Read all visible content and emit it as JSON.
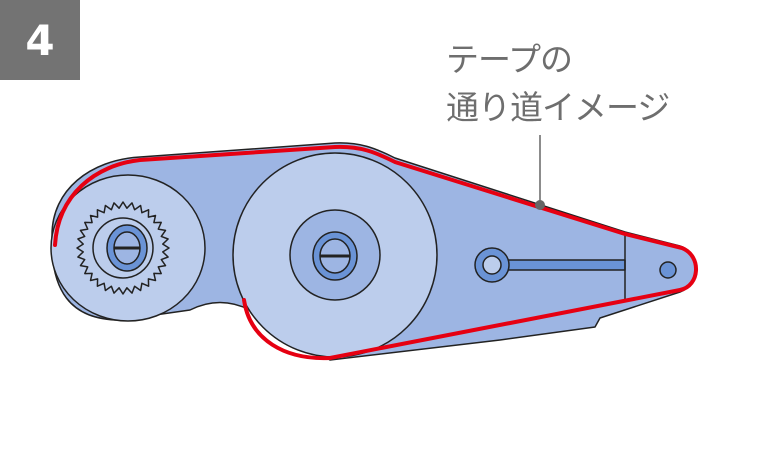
{
  "step_number": "4",
  "callout": {
    "line1": "テープの",
    "line2": "通り道イメージ"
  },
  "colors": {
    "body": "#9db5e3",
    "disc": "#bccdec",
    "hub": "#6a93d6",
    "tape": "#e60012",
    "outline": "#222222",
    "badge": "#737373",
    "text": "#6e6e6e"
  }
}
